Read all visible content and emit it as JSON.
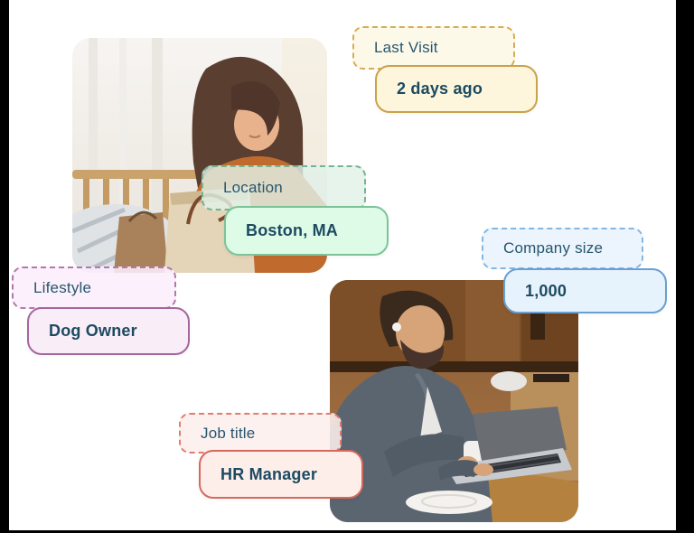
{
  "frame": {
    "bar_color": "#000000",
    "canvas_color": "#ffffff",
    "label_text_color": "#27566e",
    "value_text_color": "#1c4a61"
  },
  "tags": [
    {
      "name": "last-visit",
      "label": "Last Visit",
      "value": "2 days ago",
      "colors": {
        "label_border": "#d8ac55",
        "label_bg": "rgba(253,248,231,0.9)",
        "value_border": "#c9a24a",
        "value_bg": "#fdf6dd"
      }
    },
    {
      "name": "location",
      "label": "Location",
      "value": "Boston, MA",
      "colors": {
        "label_border": "#74b490",
        "label_bg": "rgba(226,242,232,0.82)",
        "value_border": "#7cc497",
        "value_bg": "#ddfbe6"
      }
    },
    {
      "name": "company-size",
      "label": "Company size",
      "value": "1,000",
      "colors": {
        "label_border": "#84b6e2",
        "label_bg": "rgba(234,244,253,0.9)",
        "value_border": "#699fd1",
        "value_bg": "#e7f3fc"
      }
    },
    {
      "name": "lifestyle",
      "label": "Lifestyle",
      "value": "Dog Owner",
      "colors": {
        "label_border": "#b377ad",
        "label_bg": "rgba(250,238,250,0.88)",
        "value_border": "#a4679d",
        "value_bg": "#f9edf8"
      }
    },
    {
      "name": "job-title",
      "label": "Job title",
      "value": "HR Manager",
      "colors": {
        "label_border": "#e07d6e",
        "label_bg": "rgba(253,239,237,0.88)",
        "value_border": "#d6685c",
        "value_bg": "#fdeeea"
      }
    }
  ],
  "photos": [
    {
      "name": "woman-shopping",
      "description": "Woman in an orange sweater opening a paper shopping bag"
    },
    {
      "name": "man-laptop",
      "description": "Man with a coffee cup working on a laptop at a wooden table"
    }
  ]
}
